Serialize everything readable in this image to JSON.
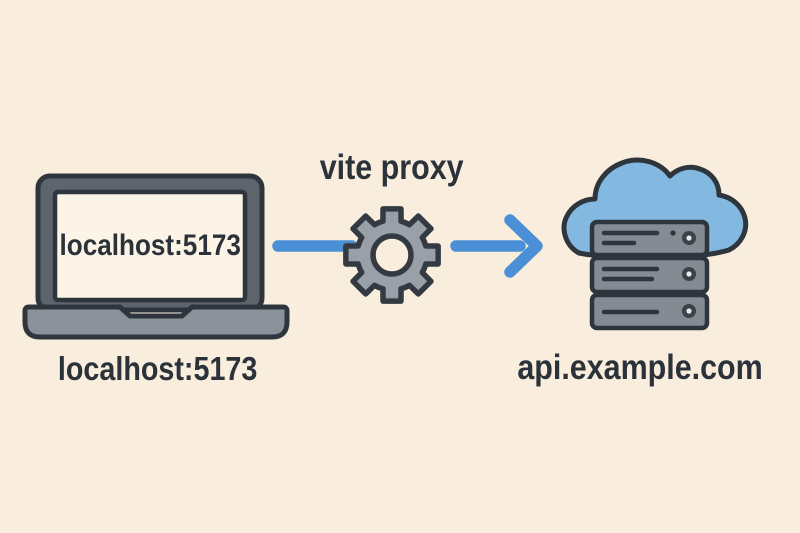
{
  "colors": {
    "background": "#f9eedd",
    "outline": "#2e353d",
    "gear-outline": "#333a42",
    "text": "#2b323a",
    "accent-blue": "#4b90d6",
    "cloud-blue": "#83b9e0",
    "gear-gray": "#9aa0a8",
    "bezel-gray": "#5d646c",
    "base-gray": "#8b929a",
    "server-gray": "#848b93",
    "screen-fill": "#fcf4e6",
    "knob-dark": "#3b424a",
    "knob-light": "#e9e9e9"
  },
  "diagram": {
    "laptop": {
      "screen_text": "localhost:5173",
      "caption": "localhost:5173"
    },
    "proxy": {
      "label": "vite proxy"
    },
    "server": {
      "caption": "api.example.com"
    }
  }
}
